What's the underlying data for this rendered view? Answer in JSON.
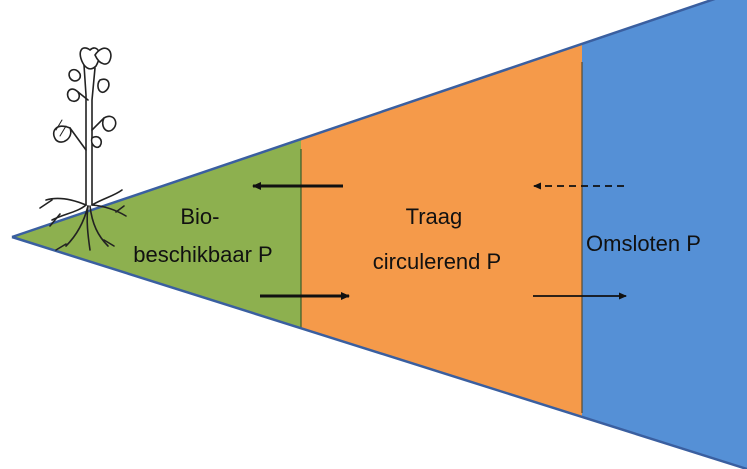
{
  "diagram": {
    "zones": [
      {
        "id": "bio",
        "lines": [
          "Bio-",
          "beschikbaar P"
        ],
        "color": "#8db04f"
      },
      {
        "id": "traag",
        "lines": [
          "Traag",
          "circulerend P"
        ],
        "color": "#f59a4a"
      },
      {
        "id": "omsloten",
        "lines": [
          "Omsloten P"
        ],
        "color": "#5590d6"
      }
    ],
    "outline_color": "#3a5fa0",
    "arrow_color": "#111111",
    "icon": "plant-icon"
  }
}
